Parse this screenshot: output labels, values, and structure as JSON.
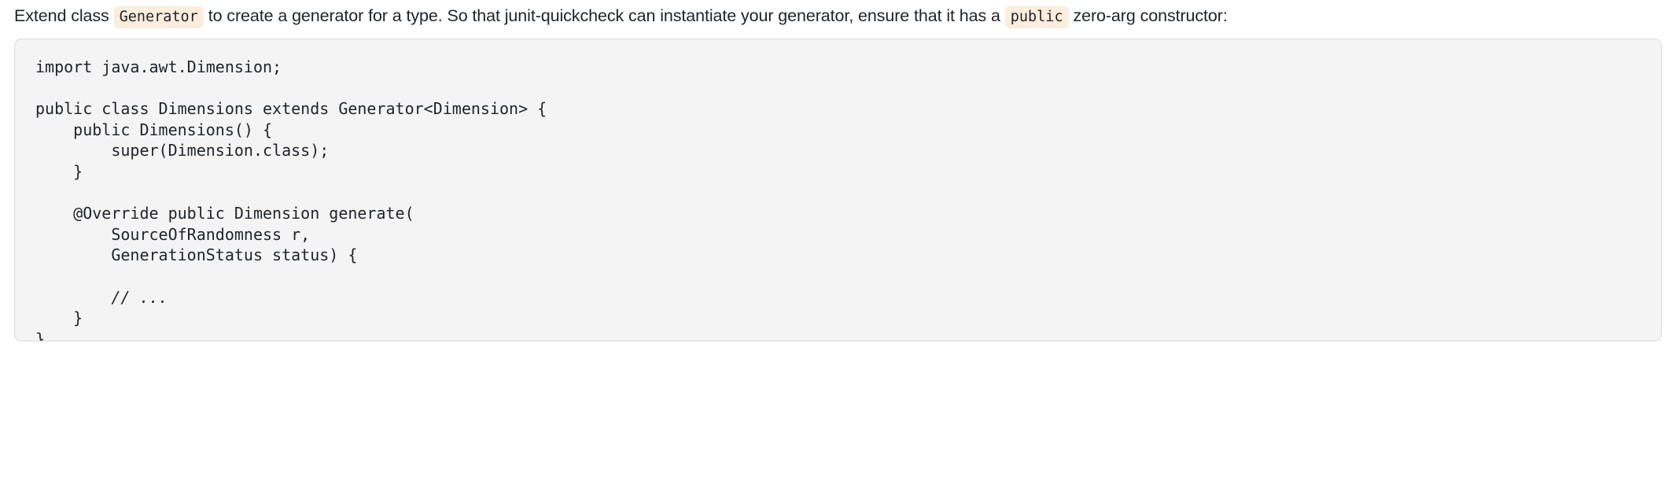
{
  "paragraph": {
    "segments": [
      {
        "kind": "text",
        "value": "Extend class "
      },
      {
        "kind": "code",
        "value": "Generator"
      },
      {
        "kind": "text",
        "value": " to create a generator for a type. So that junit-quickcheck can instantiate your generator, ensure that it has a "
      },
      {
        "kind": "code",
        "value": "public"
      },
      {
        "kind": "text",
        "value": " zero-arg constructor:"
      }
    ],
    "part1": "Extend class ",
    "code1": "Generator",
    "part2": " to create a generator for a type. So that junit-quickcheck can instantiate your generator, ensure that it has a ",
    "code2": "public",
    "part3": " zero-arg constructor:"
  },
  "code_block": {
    "language": "java",
    "lines": [
      "import java.awt.Dimension;",
      "",
      "public class Dimensions extends Generator<Dimension> {",
      "    public Dimensions() {",
      "        super(Dimension.class);",
      "    }",
      "",
      "    @Override public Dimension generate(",
      "        SourceOfRandomness r,",
      "        GenerationStatus status) {",
      "",
      "        // ...",
      "    }",
      "}"
    ],
    "italic_line_indexes": [
      11
    ]
  },
  "colors": {
    "page_background": "#ffffff",
    "text": "#1f2328",
    "inline_code_background": "#fbeedd",
    "code_block_background": "#f4f4f4",
    "code_block_border": "#dcdcdc"
  }
}
